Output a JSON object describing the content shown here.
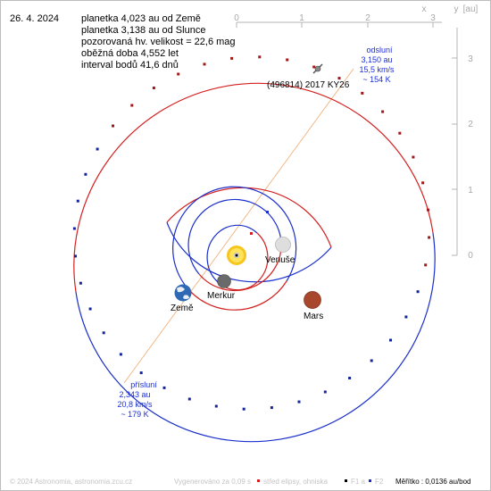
{
  "header": {
    "date": "26. 4. 2024",
    "info_lines": [
      "planetka 4,023 au od Země",
      "planetka 3,138 au od Slunce",
      "pozorovaná hv. velikost = 22,6 mag",
      "oběžná doba 4,552 let",
      "interval bodů 41,6 dnů"
    ]
  },
  "axes": {
    "top_labels": [
      "0",
      "1",
      "2",
      "3"
    ],
    "right_labels": [
      "3",
      "2",
      "1",
      "0"
    ],
    "x_label": "x",
    "y_label": "y",
    "unit_label": "[au]"
  },
  "asteroid": {
    "name": "(496814) 2017 KY26"
  },
  "aphelion": {
    "lines": [
      "odsluní",
      "3,150 au",
      "15,5 km/s",
      "~ 154 K"
    ]
  },
  "perihelion": {
    "lines": [
      "přísluní",
      "2,343 au",
      "20,8 km/s",
      "~ 179 K"
    ]
  },
  "planets": {
    "venus": "Venuše",
    "mercury": "Merkur",
    "earth": "Země",
    "mars": "Mars"
  },
  "footer": {
    "copyright": "© 2024 Astronomia, astronomia.zcu.cz",
    "generated": "Vygenerováno za 0,09 s",
    "legend_center": "střed elipsy, ohniska",
    "legend_f1": "F1 a",
    "legend_f2": "F2",
    "scale": "Měřítko : 0,0136 au/bod"
  },
  "colors": {
    "orbit_red": "#d42020",
    "orbit_blue": "#1a2fcc",
    "axis_gray": "#b4b4b4",
    "apsides_line": "#f2b27c",
    "label_blue": "#1c2fd6"
  }
}
